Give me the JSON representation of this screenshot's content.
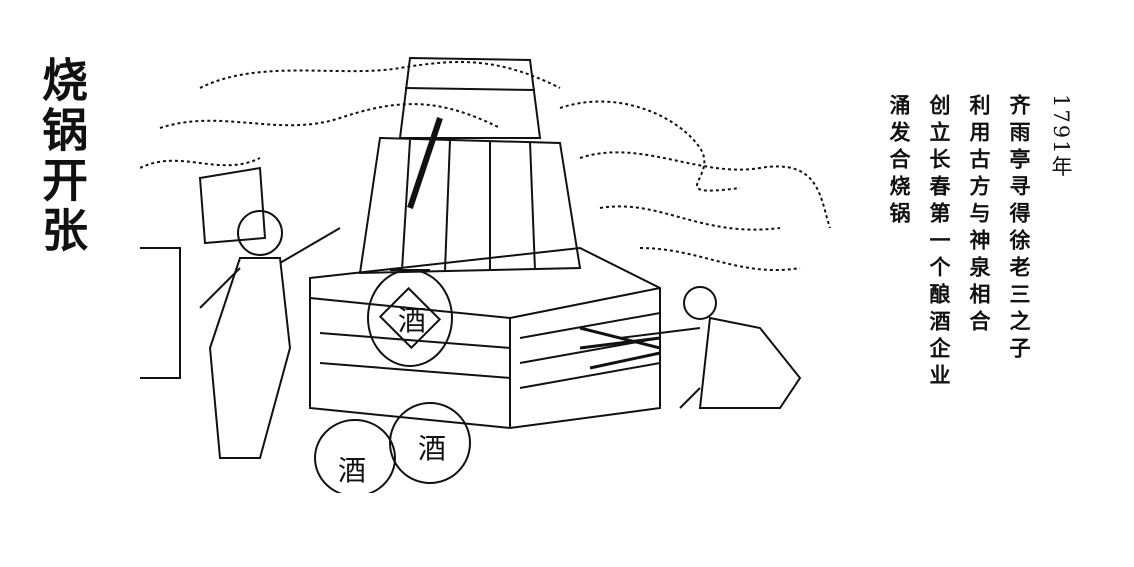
{
  "title": "烧锅开张",
  "caption": {
    "year": "1791年",
    "lines": [
      "齐雨亭寻得徐老三之子",
      "利用古方与神泉相合",
      "创立长春第一个酿酒企业",
      "涌发合烧锅"
    ]
  },
  "illustration": {
    "jar_label": "酒"
  }
}
